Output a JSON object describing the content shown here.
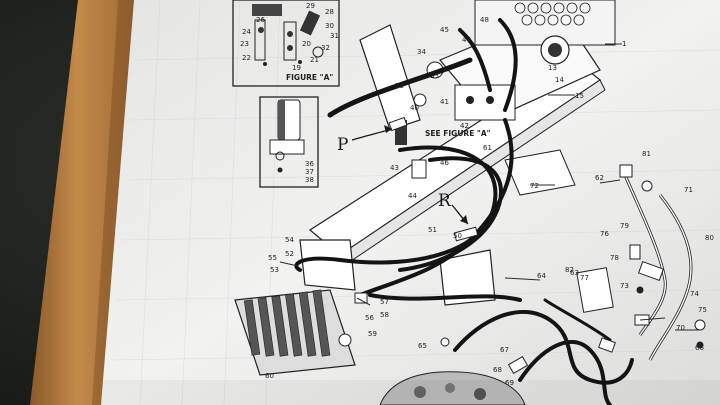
{
  "photo": {
    "handwritten_marks": [
      {
        "id": "p",
        "text": "P"
      },
      {
        "id": "r",
        "text": "R"
      }
    ],
    "figure_caption": "FIGURE \"A\"",
    "see_figure_note": "SEE FIGURE \"A\"",
    "part_callouts": [
      {
        "id": "c26a",
        "text": "26"
      },
      {
        "id": "c29",
        "text": "29"
      },
      {
        "id": "c28",
        "text": "28"
      },
      {
        "id": "c24",
        "text": "24"
      },
      {
        "id": "c23",
        "text": "23"
      },
      {
        "id": "c22",
        "text": "22"
      },
      {
        "id": "c30",
        "text": "30"
      },
      {
        "id": "c31",
        "text": "31"
      },
      {
        "id": "c32",
        "text": "32"
      },
      {
        "id": "c21",
        "text": "21"
      },
      {
        "id": "c19",
        "text": "19"
      },
      {
        "id": "c20",
        "text": "20"
      },
      {
        "id": "c36",
        "text": "36"
      },
      {
        "id": "c37",
        "text": "37"
      },
      {
        "id": "c38",
        "text": "38"
      },
      {
        "id": "c34",
        "text": "34"
      },
      {
        "id": "c35",
        "text": "35"
      },
      {
        "id": "c39",
        "text": "39"
      },
      {
        "id": "c40",
        "text": "40"
      },
      {
        "id": "c41",
        "text": "41"
      },
      {
        "id": "c42",
        "text": "42"
      },
      {
        "id": "c43",
        "text": "43"
      },
      {
        "id": "c44",
        "text": "44"
      },
      {
        "id": "c45",
        "text": "45"
      },
      {
        "id": "c46",
        "text": "46"
      },
      {
        "id": "c47",
        "text": "47"
      },
      {
        "id": "c48",
        "text": "48"
      },
      {
        "id": "c50",
        "text": "50"
      },
      {
        "id": "c51",
        "text": "51"
      },
      {
        "id": "c52",
        "text": "52"
      },
      {
        "id": "c53",
        "text": "53"
      },
      {
        "id": "c54",
        "text": "54"
      },
      {
        "id": "c55",
        "text": "55"
      },
      {
        "id": "c56",
        "text": "56"
      },
      {
        "id": "c57",
        "text": "57"
      },
      {
        "id": "c58",
        "text": "58"
      },
      {
        "id": "c59",
        "text": "59"
      },
      {
        "id": "c60",
        "text": "60"
      },
      {
        "id": "c61",
        "text": "61"
      },
      {
        "id": "c62",
        "text": "62"
      },
      {
        "id": "c63",
        "text": "63"
      },
      {
        "id": "c64",
        "text": "64"
      },
      {
        "id": "c65",
        "text": "65"
      },
      {
        "id": "c67",
        "text": "67"
      },
      {
        "id": "c68",
        "text": "68"
      },
      {
        "id": "c69",
        "text": "69"
      },
      {
        "id": "c70",
        "text": "70"
      },
      {
        "id": "c71",
        "text": "71"
      },
      {
        "id": "c72",
        "text": "72"
      },
      {
        "id": "c73",
        "text": "73"
      },
      {
        "id": "c74",
        "text": "74"
      },
      {
        "id": "c75",
        "text": "75"
      },
      {
        "id": "c76",
        "text": "76"
      },
      {
        "id": "c77",
        "text": "77"
      },
      {
        "id": "c78",
        "text": "78"
      },
      {
        "id": "c79",
        "text": "79"
      },
      {
        "id": "c80",
        "text": "80"
      },
      {
        "id": "c81",
        "text": "81"
      },
      {
        "id": "c82",
        "text": "82"
      },
      {
        "id": "c13",
        "text": "13"
      },
      {
        "id": "c14",
        "text": "14"
      },
      {
        "id": "c15",
        "text": "15"
      },
      {
        "id": "c1",
        "text": "1"
      },
      {
        "id": "c66",
        "text": "66"
      }
    ]
  },
  "colors": {
    "background_cloth": "#1f231f",
    "clipboard_wood": "#b07a40",
    "paper": "#eeeeec",
    "ink": "#1a1a1a"
  }
}
